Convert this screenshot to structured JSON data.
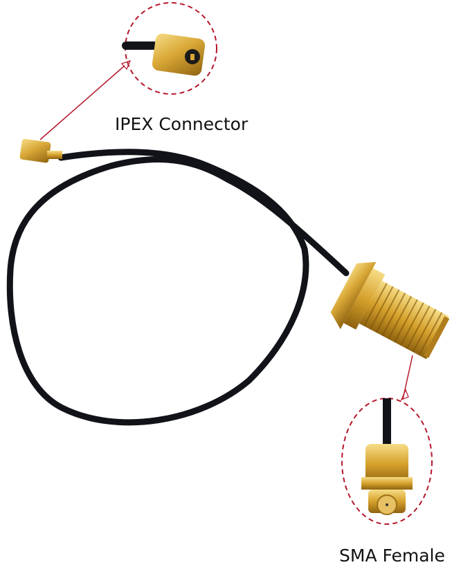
{
  "product": {
    "description": "IPEX to SMA Female pigtail cable"
  },
  "callouts": [
    {
      "id": "ipex",
      "label": "IPEX Connector"
    },
    {
      "id": "sma",
      "label": "SMA Female"
    }
  ],
  "colors": {
    "background": "#ffffff",
    "cable": "#111318",
    "gold": "#d9a837",
    "gold_dark": "#9c6f16",
    "gold_light": "#f4d77a",
    "callout_line": "#b5172b",
    "label_text": "#111111"
  }
}
